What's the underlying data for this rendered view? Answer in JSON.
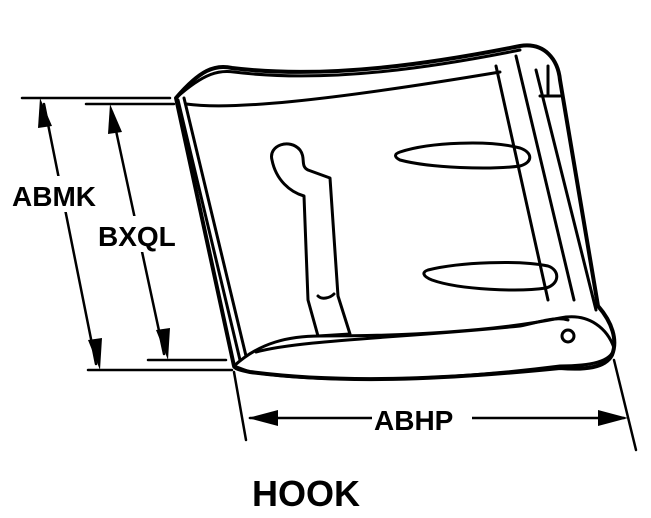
{
  "dimensions": {
    "height_outer": "ABMK",
    "height_inner": "BXQL",
    "width": "ABHP"
  },
  "part_name": "HOOK"
}
